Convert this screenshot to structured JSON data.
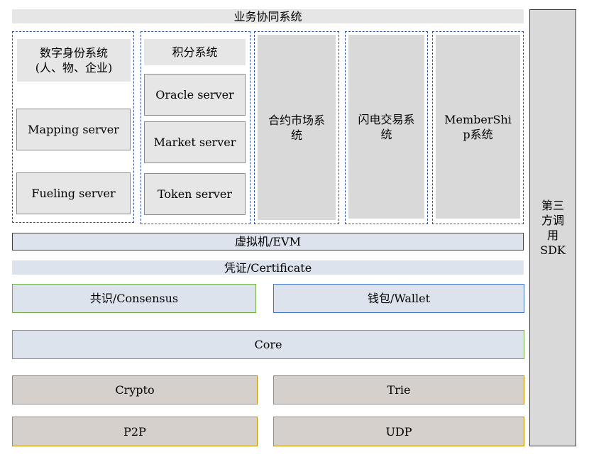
{
  "top_bar": "业务协同系统",
  "identity": {
    "title": "数字身份系统\n(人、物、企业)",
    "mapping": "Mapping server",
    "fueling": "Fueling server"
  },
  "points": {
    "title": "积分系统",
    "oracle": "Oracle server",
    "market": "Market server",
    "token": "Token server"
  },
  "contract_market": "合约市场系\n统",
  "lightning": "闪电交易系\n统",
  "membership": "MemberShi\np系统",
  "vm": "虚拟机/EVM",
  "certificate": "凭证/Certificate",
  "consensus": "共识/Consensus",
  "wallet": "钱包/Wallet",
  "core": "Core",
  "crypto": "Crypto",
  "trie": "Trie",
  "p2p": "P2P",
  "udp": "UDP",
  "sdk": "第三\n方调\n用\nSDK"
}
